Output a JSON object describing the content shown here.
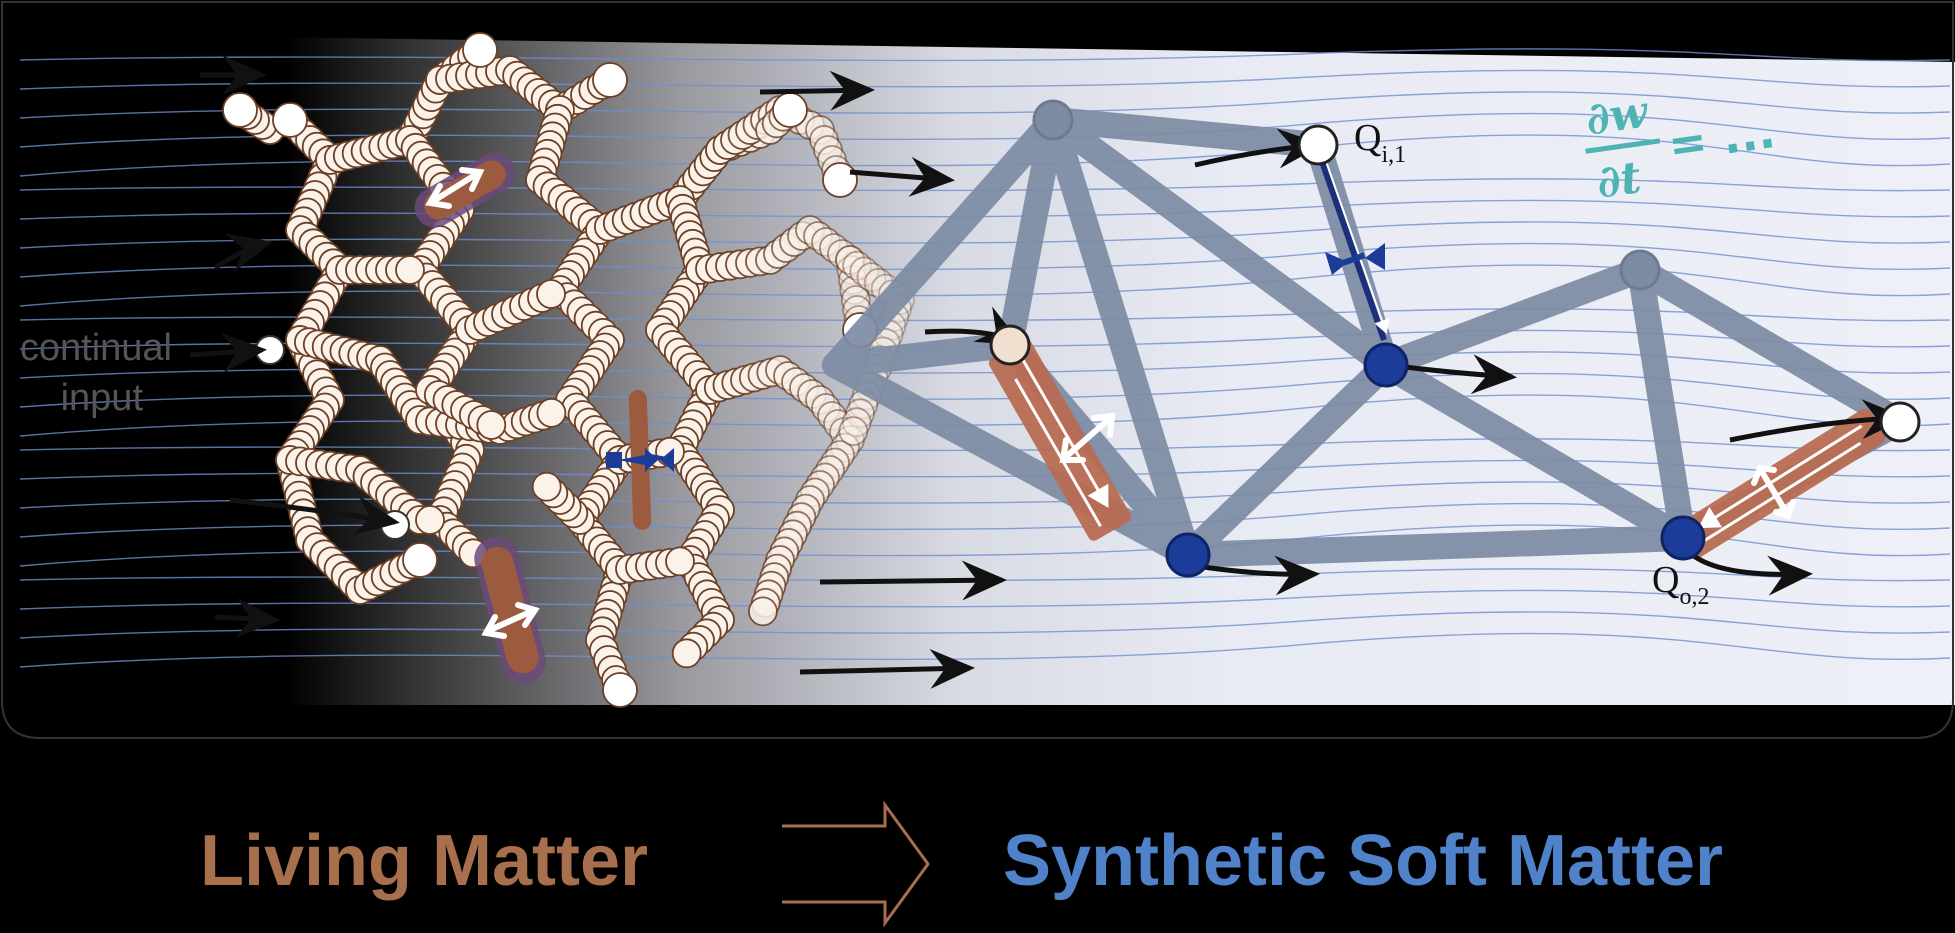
{
  "side_label": {
    "line1": "continual",
    "line2": "input"
  },
  "nodes": {
    "q_in": {
      "main": "Q",
      "sub": "i,1"
    },
    "q_out": {
      "main": "Q",
      "sub": "o,2"
    }
  },
  "equation": {
    "numerator": "∂w",
    "denominator": "∂t",
    "tail": "= ..."
  },
  "titles": {
    "left": "Living Matter",
    "right": "Synthetic Soft Matter"
  },
  "colors": {
    "living": "#a86f4c",
    "synthetic": "#4f82c8",
    "equation": "#4fb3b3",
    "active_node": "#1c3c9a",
    "bar": "#7d8ca4",
    "muscle": "#b86c52"
  },
  "icons": [
    "flow-arrow-icon",
    "contraction-arrows-icon",
    "extension-arrows-icon",
    "big-outline-arrow-icon"
  ]
}
